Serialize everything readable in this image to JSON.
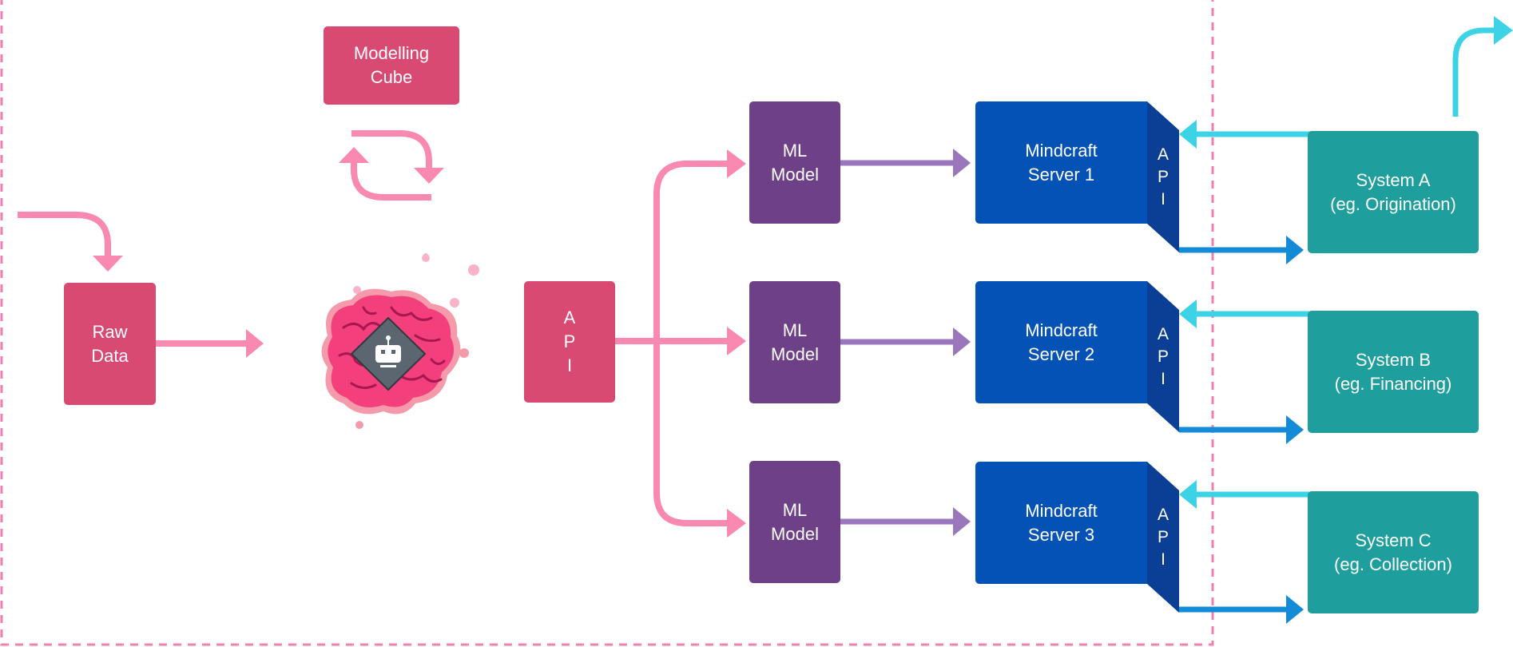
{
  "colors": {
    "pink_box": "#d94a73",
    "pink_arrow": "#fa89b1",
    "purple_box": "#6e4087",
    "purple_arrow": "#9a76bd",
    "server_blue": "#0452b6",
    "server_side": "#0b3f96",
    "teal_box": "#1e9e9c",
    "cyan_arrow": "#3dd3e6",
    "blue_arrow": "#138bd6",
    "boundary_dash": "#f07fb0",
    "brain": "#f33f7c",
    "robot_badge": "#5b6670"
  },
  "raw_data": {
    "label": "Raw\nData"
  },
  "modelling_cube": {
    "label": "Modelling\nCube"
  },
  "brain": {
    "icon": "brain-with-robot-icon"
  },
  "api_main": {
    "label": "A\nP\nI"
  },
  "ml_models": [
    {
      "label": "ML\nModel"
    },
    {
      "label": "ML\nModel"
    },
    {
      "label": "ML\nModel"
    }
  ],
  "servers": [
    {
      "label": "Mindcraft\nServer 1",
      "api": "A\nP\nI"
    },
    {
      "label": "Mindcraft\nServer 2",
      "api": "A\nP\nI"
    },
    {
      "label": "Mindcraft\nServer 3",
      "api": "A\nP\nI"
    }
  ],
  "systems": [
    {
      "label": "System A\n(eg. Origination)"
    },
    {
      "label": "System B\n(eg. Financing)"
    },
    {
      "label": "System C\n(eg. Collection)"
    }
  ]
}
